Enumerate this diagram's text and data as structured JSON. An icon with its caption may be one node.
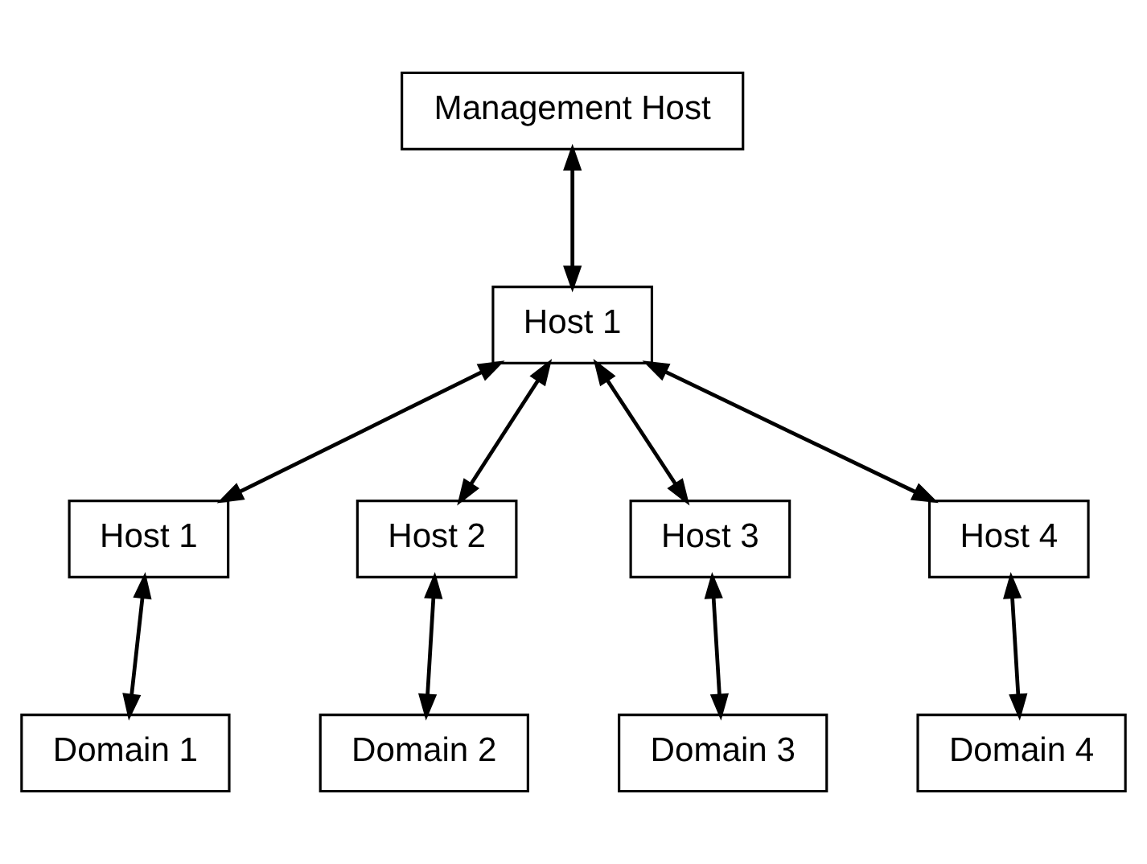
{
  "diagram": {
    "nodes": [
      {
        "text": [
          "Management Host"
        ]
      },
      {
        "text": [
          "Host 1"
        ]
      },
      {
        "text": [
          "Host 1"
        ]
      },
      {
        "text": [
          "Host 2"
        ]
      },
      {
        "text": [
          "Host 3"
        ]
      },
      {
        "text": [
          "Host 4"
        ]
      },
      {
        "text": [
          "Domain 1"
        ]
      },
      {
        "text": [
          "Domain 2"
        ]
      },
      {
        "text": [
          "Domain 3"
        ]
      },
      {
        "text": [
          "Domain 4"
        ]
      }
    ],
    "edges": [
      {
        "from": 0,
        "to": 1,
        "arrow": "both"
      },
      {
        "from": 1,
        "to": 2,
        "arrow": "both"
      },
      {
        "from": 1,
        "to": 3,
        "arrow": "both"
      },
      {
        "from": 1,
        "to": 4,
        "arrow": "both"
      },
      {
        "from": 1,
        "to": 5,
        "arrow": "both"
      },
      {
        "from": 2,
        "to": 6,
        "arrow": "both"
      },
      {
        "from": 3,
        "to": 7,
        "arrow": "both"
      },
      {
        "from": 4,
        "to": 8,
        "arrow": "both"
      },
      {
        "from": 5,
        "to": 9,
        "arrow": "both"
      }
    ]
  }
}
